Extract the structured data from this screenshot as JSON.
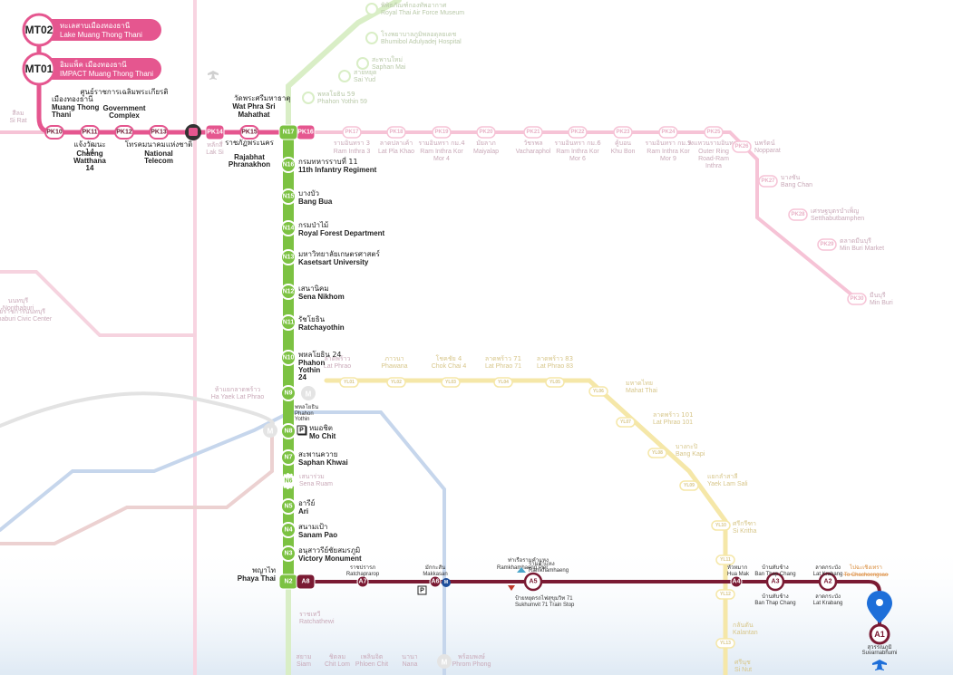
{
  "colors": {
    "pink": "#e5568f",
    "pink_faded": "#f6c3d6",
    "green": "#7cc242",
    "green_faded": "#d9eec6",
    "maroon": "#7a1a33",
    "yellow_faded": "#f5e7a8",
    "purple_faded": "#c8c0de",
    "blue_faded": "#c6d6ec",
    "gray_faded": "#d8d8d8",
    "pin": "#1e6fd9"
  },
  "termini": [
    {
      "code": "MT02",
      "name_th": "ทะเลสาบเมืองทองธานี",
      "name_en": "Lake Muang Thong Thani"
    },
    {
      "code": "MT01",
      "name_th": "อิมแพ็ค เมืองทองธานี",
      "name_en": "IMPACT Muang Thong Thani"
    }
  ],
  "pink_stations": [
    {
      "code": "PK10",
      "th": "เมืองทองธานี",
      "en": "Muang Thong Thani"
    },
    {
      "code": "PK11",
      "th": "แจ้งวัฒนะ 14",
      "en": "Chaeng Watthana 14"
    },
    {
      "code": "PK12",
      "th": "ศูนย์ราชการเฉลิมพระเกียรติ",
      "en": "Government Complex"
    },
    {
      "code": "PK13",
      "th": "โทรคมนาคมแห่งชาติ",
      "en": "National Telecom"
    },
    {
      "code": "PK14",
      "th": "หลักสี่",
      "en": "Lak Si"
    },
    {
      "code": "PK15",
      "th": "ราชภัฏพระนคร",
      "en": "Rajabhat Phranakhon"
    },
    {
      "code": "PK16",
      "th": "วัดพระศรีมหาธาตุ",
      "en": "Wat Phra Sri Mahathat"
    }
  ],
  "pink_faded_stations": [
    {
      "code": "PK17",
      "th": "รามอินทรา 3",
      "en": "Ram Inthra 3"
    },
    {
      "code": "PK18",
      "th": "ลาดปลาเค้า",
      "en": "Lat Pla Khao"
    },
    {
      "code": "PK19",
      "th": "รามอินทรา กม.4",
      "en": "Ram Inthra Kor Mor 4"
    },
    {
      "code": "PK20",
      "th": "มัยลาภ",
      "en": "Maiyalap"
    },
    {
      "code": "PK21",
      "th": "วัชรพล",
      "en": "Vacharaphol"
    },
    {
      "code": "PK22",
      "th": "รามอินทรา กม.6",
      "en": "Ram Inthra Kor Mor 6"
    },
    {
      "code": "PK23",
      "th": "คู้บอน",
      "en": "Khu Bon"
    },
    {
      "code": "PK24",
      "th": "รามอินทรา กม.9",
      "en": "Ram Inthra Kor Mor 9"
    },
    {
      "code": "PK25",
      "th": "วงแหวนรามอินทรา",
      "en": "Outer Ring Road-Ram Inthra"
    },
    {
      "code": "PK26",
      "th": "นพรัตน์",
      "en": "Nopparat"
    },
    {
      "code": "PK27",
      "th": "บางชัน",
      "en": "Bang Chan"
    },
    {
      "code": "PK28",
      "th": "เศรษฐบุตรบำเพ็ญ",
      "en": "Setthabutbamphen"
    },
    {
      "code": "PK29",
      "th": "ตลาดมีนบุรี",
      "en": "Min Buri Market"
    },
    {
      "code": "PK30",
      "th": "มีนบุรี",
      "en": "Min Buri"
    }
  ],
  "green_stations": [
    {
      "code": "N17",
      "th": "วัดพระศรีมหาธาตุ",
      "en": "Wat Phra Sri Mahathat"
    },
    {
      "code": "N16",
      "th": "กรมทหารราบที่ 11",
      "en": "11th Infantry Regiment"
    },
    {
      "code": "N15",
      "th": "บางบัว",
      "en": "Bang Bua"
    },
    {
      "code": "N14",
      "th": "กรมป่าไม้",
      "en": "Royal Forest Department"
    },
    {
      "code": "N13",
      "th": "มหาวิทยาลัยเกษตรศาสตร์",
      "en": "Kasetsart University"
    },
    {
      "code": "N12",
      "th": "เสนานิคม",
      "en": "Sena Nikhom"
    },
    {
      "code": "N11",
      "th": "รัชโยธิน",
      "en": "Ratchayothin"
    },
    {
      "code": "N10",
      "th": "พหลโยธิน 24",
      "en": "Phahon Yothin 24"
    },
    {
      "code": "N9",
      "th": "พหลโยธิน",
      "en": "Phahon Yothin"
    },
    {
      "code": "N8",
      "th": "หมอชิต",
      "en": "Mo Chit"
    },
    {
      "code": "N7",
      "th": "สะพานควาย",
      "en": "Saphan Khwai"
    },
    {
      "code": "N6",
      "th": "เสนาร่วม",
      "en": "Sena Ruam"
    },
    {
      "code": "N5",
      "th": "อารีย์",
      "en": "Ari"
    },
    {
      "code": "N4",
      "th": "สนามเป้า",
      "en": "Sanam Pao"
    },
    {
      "code": "N3",
      "th": "อนุสาวรีย์ชัยสมรภูมิ",
      "en": "Victory Monument"
    },
    {
      "code": "N2",
      "th": "พญาไท",
      "en": "Phaya Thai"
    }
  ],
  "green_faded_top": [
    {
      "th": "พิพิธภัณฑ์กองทัพอากาศ",
      "en": "Royal Thai Air Force Museum"
    },
    {
      "th": "โรงพยาบาลภูมิพลอดุลยเดช",
      "en": "Bhumibol Adulyadej Hospital"
    },
    {
      "th": "สะพานใหม่",
      "en": "Saphan Mai"
    },
    {
      "th": "สายหยุด",
      "en": "Sai Yud"
    },
    {
      "th": "พหลโยธิน 59",
      "en": "Phahon Yothin 59"
    }
  ],
  "maroon_stations": [
    {
      "code": "A8",
      "th": "พญาไท",
      "en": "Phaya Thai"
    },
    {
      "code": "A7",
      "th": "ราชปรารภ",
      "en": "Ratchaprarop"
    },
    {
      "code": "A6",
      "th": "มักกะสัน",
      "en": "Makkasan"
    },
    {
      "code": "A5",
      "th": "รามคำแหง",
      "en": "Ramkhamhaeng",
      "th2": "ท่าเรือรามคำแหง",
      "en2": "Ramkhamhaeng Pier",
      "th3": "ป้ายหยุดรถไฟสุขุมวิท 71",
      "en3": "Sukhumvit 71 Train Stop"
    },
    {
      "code": "A4",
      "th": "หัวหมาก",
      "en": "Hua Mak"
    },
    {
      "code": "A3",
      "th": "บ้านทับช้าง",
      "en": "Ban Thap Chang"
    },
    {
      "code": "A2",
      "th": "ลาดกระบัง",
      "en": "Lat Krabang"
    },
    {
      "code": "A1",
      "th": "สุวรรณภูมิ",
      "en": "Suvarnabhumi"
    }
  ],
  "maroon_extra": {
    "th": "ไปฉะเชิงเทรา",
    "en": "To Chachoengsao"
  },
  "yellow_stations": [
    {
      "th": "ภาวนา",
      "en": "Phawana"
    },
    {
      "th": "โชคชัย 4",
      "en": "Chok Chai 4"
    },
    {
      "th": "ลาดพร้าว 71",
      "en": "Lat Phrao 71"
    },
    {
      "th": "ลาดพร้าว 83",
      "en": "Lat Phrao 83"
    },
    {
      "th": "มหาดไทย",
      "en": "Mahat Thai"
    },
    {
      "th": "ลาดพร้าว 101",
      "en": "Lat Phrao 101"
    },
    {
      "th": "บางกะปิ",
      "en": "Bang Kapi"
    },
    {
      "th": "แยกลำสาลี",
      "en": "Yaek Lam Sali"
    },
    {
      "th": "ศรีกรีฑา",
      "en": "Si Kritha"
    },
    {
      "th": "กลันตัน",
      "en": "Kalantan"
    },
    {
      "th": "ศรีนุช",
      "en": "Si Nut"
    }
  ],
  "yellow_codes": [
    "YL01",
    "YL02",
    "YL03",
    "YL04",
    "YL05",
    "YL06",
    "YL07",
    "YL08",
    "YL09",
    "YL10",
    "YL11",
    "YL12",
    "YL13"
  ],
  "misc_faded": [
    {
      "th": "ลาดพร้าว",
      "en": "Lat Phrao"
    },
    {
      "th": "ห้าแยกลาดพร้าว",
      "en": "Ha Yaek Lat Phrao"
    },
    {
      "th": "ราชเทวี",
      "en": "Ratchathewi"
    },
    {
      "th": "สยาม",
      "en": "Siam"
    },
    {
      "th": "ชิดลม",
      "en": "Chit Lom"
    },
    {
      "th": "เพลินจิต",
      "en": "Phloen Chit"
    },
    {
      "th": "นานา",
      "en": "Nana"
    },
    {
      "th": "พร้อมพงษ์",
      "en": "Phrom Phong"
    },
    {
      "th": "นนทบุรี",
      "en": "Nonthaburi"
    },
    {
      "th": "ศูนย์ราชการนนทบุรี",
      "en": "Nonthaburi Civic Center"
    },
    {
      "th": "สีลม",
      "en": "Si Rat"
    }
  ]
}
